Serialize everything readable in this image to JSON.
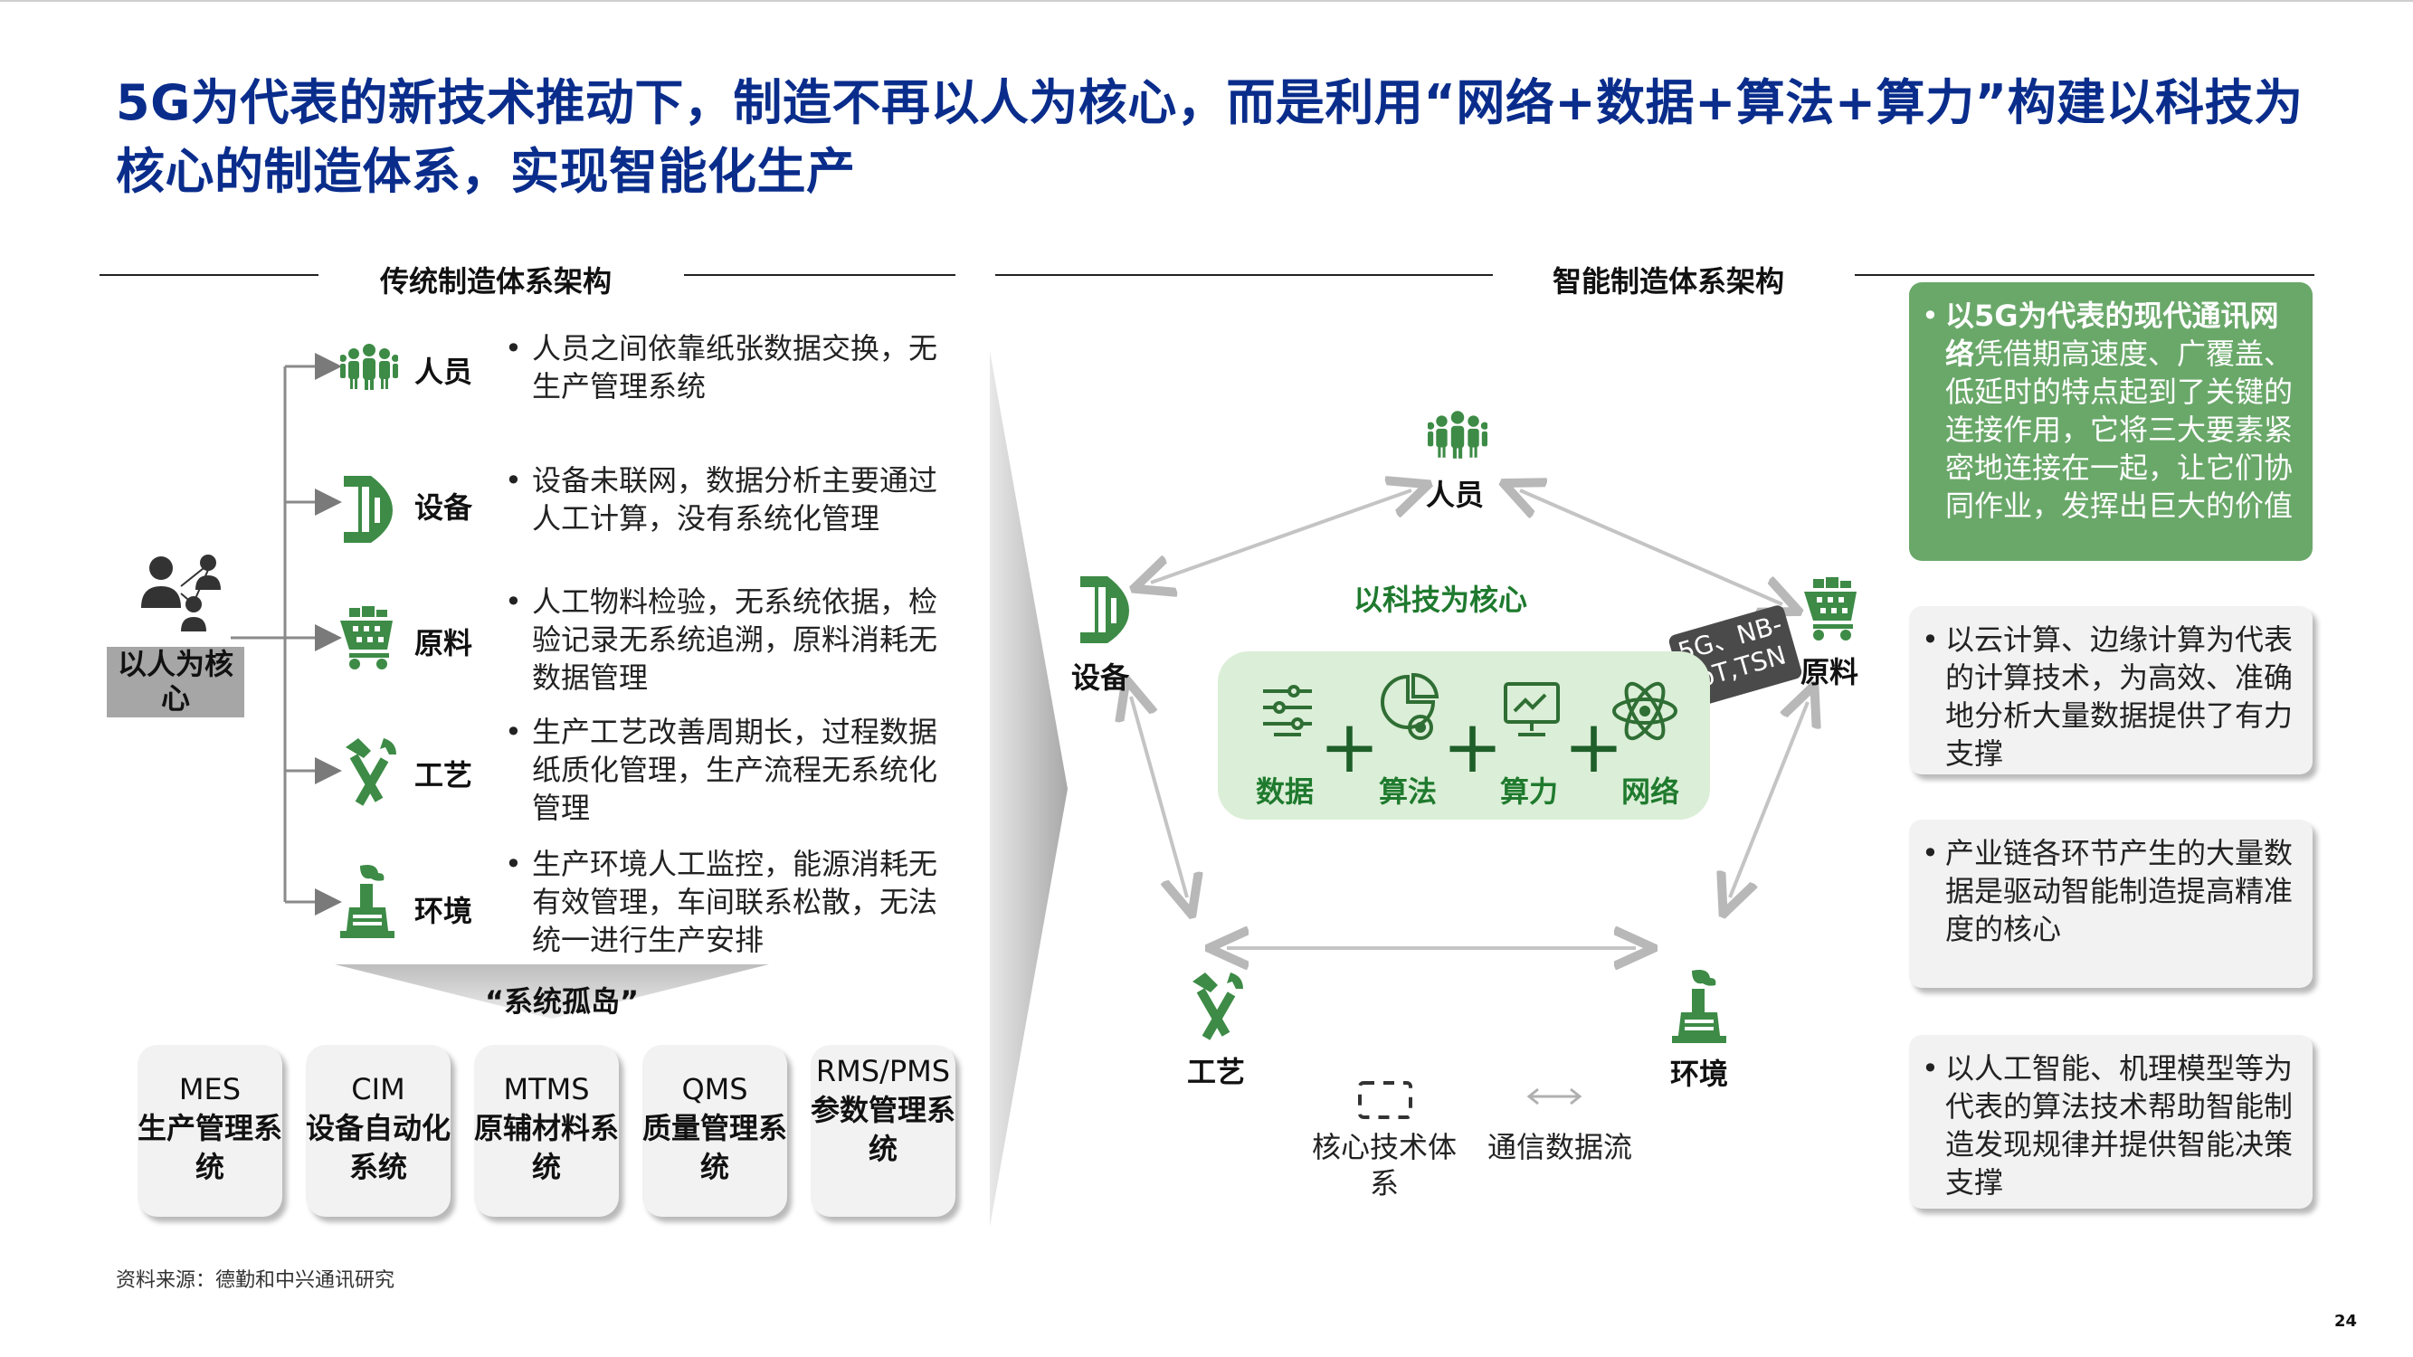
{
  "title": "5G为代表的新技术推动下，制造不再以人为核心，而是利用“网络+数据+算法+算力”构建以科技为核心的制造体系，实现智能化生产",
  "left": {
    "header": "传统制造体系架构",
    "core_label": "以人为核心",
    "items": [
      {
        "label": "人员",
        "icon": "people-icon",
        "desc": "人员之间依靠纸张数据交换，无生产管理系统"
      },
      {
        "label": "设备",
        "icon": "machine-icon",
        "desc": "设备未联网，数据分析主要通过人工计算，没有系统化管理"
      },
      {
        "label": "原料",
        "icon": "cart-icon",
        "desc": "人工物料检验，无系统依据，检验记录无系统追溯，原料消耗无数据管理"
      },
      {
        "label": "工艺",
        "icon": "tools-icon",
        "desc": "生产工艺改善周期长，过程数据纸质化管理，生产流程无系统化管理"
      },
      {
        "label": "环境",
        "icon": "factory-icon",
        "desc": "生产环境人工监控，能源消耗无有效管理，车间联系松散，无法统一进行生产安排"
      }
    ],
    "island_label": "“系统孤岛”",
    "systems": [
      {
        "en": "MES",
        "zh": "生产管理系统"
      },
      {
        "en": "CIM",
        "zh": "设备自动化系统"
      },
      {
        "en": "MTMS",
        "zh": "原辅材料系统"
      },
      {
        "en": "QMS",
        "zh": "质量管理系统"
      },
      {
        "en": "RMS/PMS",
        "zh": "参数管理系统"
      }
    ]
  },
  "right": {
    "header": "智能制造体系架构",
    "center_label": "以科技为核心",
    "techs": [
      "数据",
      "算法",
      "算力",
      "网络"
    ],
    "nodes": {
      "people": "人员",
      "equipment": "设备",
      "material": "原料",
      "process": "工艺",
      "environment": "环境"
    },
    "badge": "5G、NB-IoT,TSN",
    "legend": {
      "core": "核心技术体系",
      "flow": "通信数据流"
    }
  },
  "side_notes": [
    {
      "bold": "以5G为代表的现代通讯网络",
      "text": "凭借期高速度、广覆盖、低延时的特点起到了关键的连接作用，它将三大要素紧密地连接在一起，让它们协同作业，发挥出巨大的价值"
    },
    {
      "text": "以云计算、边缘计算为代表的计算技术，为高效、准确地分析大量数据提供了有力支撑"
    },
    {
      "text": "产业链各环节产生的大量数据是驱动智能制造提高精准度的核心"
    },
    {
      "text": "以人工智能、机理模型等为代表的算法技术帮助智能制造发现规律并提供智能决策支撑"
    }
  ],
  "source": "资料来源：德勤和中兴通讯研究",
  "page_number": "24",
  "colors": {
    "title": "#0a2d8c",
    "green": "#3a8a3a",
    "green_box": "#dbeed7",
    "note_green": "#6aa86a"
  }
}
